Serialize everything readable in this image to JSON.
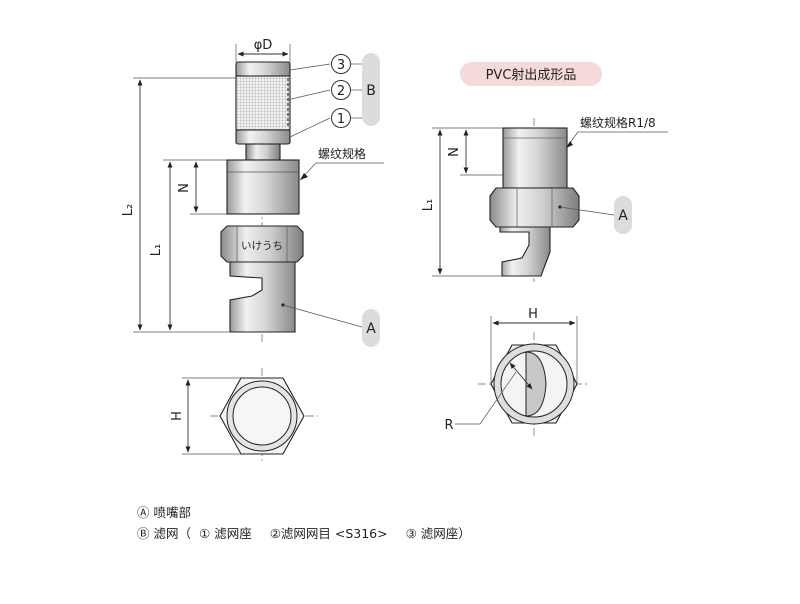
{
  "labels": {
    "phi_d": "φD",
    "n": "N",
    "l1": "L₁",
    "l2": "L₂",
    "h": "H",
    "r": "R",
    "a": "A",
    "b": "B",
    "c1": "1",
    "c2": "2",
    "c3": "3",
    "thread_spec": "螺纹规格",
    "thread_spec_r18": "螺纹规格R1/8",
    "pvc_title": "PVC射出成形品",
    "nut_stamp": "いけうち"
  },
  "legend": {
    "line1_mark": "Ⓐ",
    "line1_text": "喷嘴部",
    "line2_mark": "Ⓑ",
    "line2_text": "滤网（",
    "item1": "① 滤网座",
    "item2": "②滤网网目 <S316>",
    "item3": "③ 滤网座）"
  },
  "colors": {
    "metal_light": "#eeeeee",
    "metal_mid": "#c9c9c9",
    "metal_dark": "#8c8c8c",
    "badge_fill": "#dcdcdc",
    "title_badge": "#f6d9d9"
  }
}
